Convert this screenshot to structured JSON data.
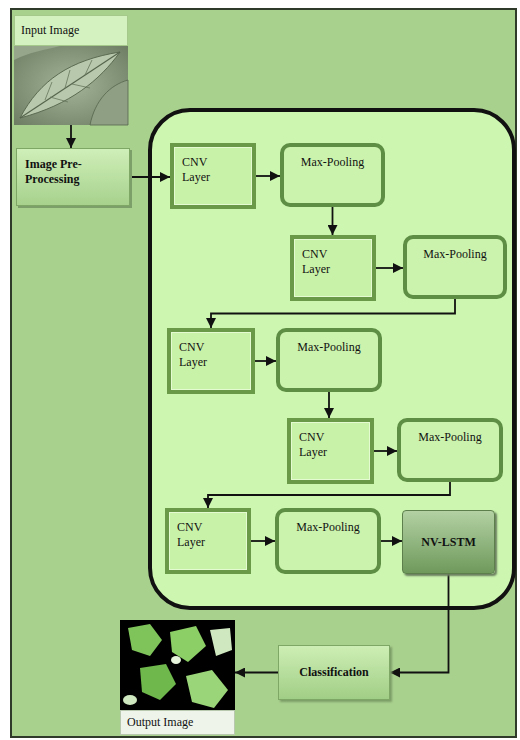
{
  "diagram": {
    "nodes": [
      {
        "text": [
          "Input Image"
        ]
      },
      {
        "text": [
          "Image Pre- Processing"
        ]
      },
      {
        "text": [
          "CNV Layer"
        ]
      },
      {
        "text": [
          "Max-Pooling"
        ]
      },
      {
        "text": [
          "CNV Layer"
        ]
      },
      {
        "text": [
          "Max-Pooling"
        ]
      },
      {
        "text": [
          "CNV Layer"
        ]
      },
      {
        "text": [
          "Max-Pooling"
        ]
      },
      {
        "text": [
          "CNV Layer"
        ]
      },
      {
        "text": [
          "Max-Pooling"
        ]
      },
      {
        "text": [
          "CNV Layer"
        ]
      },
      {
        "text": [
          "Max-Pooling"
        ]
      },
      {
        "text": [
          "NV-LSTM"
        ]
      },
      {
        "text": [
          "Classification"
        ]
      },
      {
        "text": [
          "Output Image"
        ]
      }
    ],
    "edges": [
      {
        "from": 0,
        "to": 1,
        "arrow": "to"
      },
      {
        "from": 1,
        "to": 2,
        "arrow": "to"
      },
      {
        "from": 2,
        "to": 3,
        "arrow": "to"
      },
      {
        "from": 3,
        "to": 4,
        "arrow": "to"
      },
      {
        "from": 4,
        "to": 5,
        "arrow": "to"
      },
      {
        "from": 5,
        "to": 6,
        "arrow": "to"
      },
      {
        "from": 6,
        "to": 7,
        "arrow": "to"
      },
      {
        "from": 7,
        "to": 8,
        "arrow": "to"
      },
      {
        "from": 8,
        "to": 9,
        "arrow": "to"
      },
      {
        "from": 9,
        "to": 10,
        "arrow": "to"
      },
      {
        "from": 10,
        "to": 11,
        "arrow": "to"
      },
      {
        "from": 11,
        "to": 12,
        "arrow": "to"
      },
      {
        "from": 12,
        "to": 13,
        "arrow": "to"
      },
      {
        "from": 13,
        "to": 14,
        "arrow": "to"
      }
    ]
  }
}
